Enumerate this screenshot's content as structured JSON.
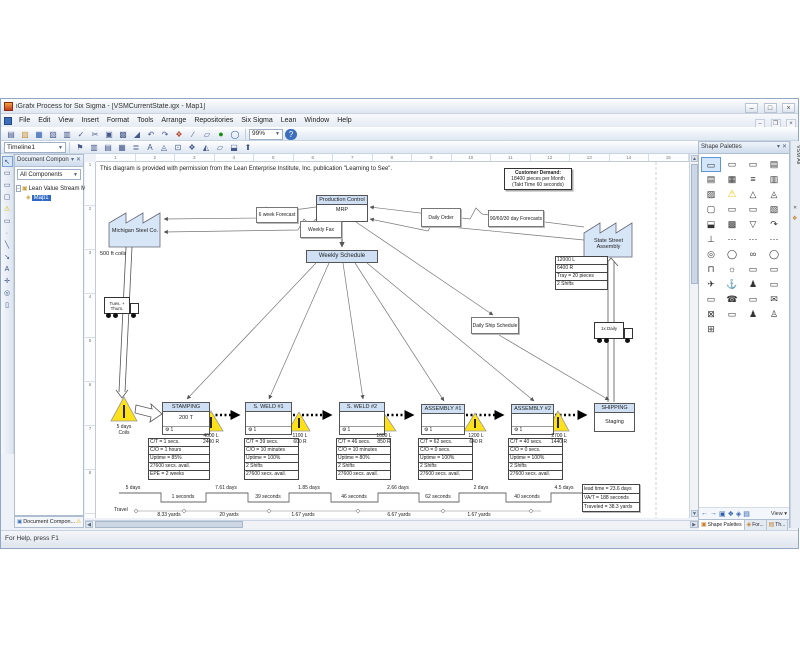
{
  "window": {
    "title": "iGrafx Process for Six Sigma - [VSMCurrentState.igx - Map1]",
    "controls": {
      "minimize": "–",
      "maximize": "□",
      "close": "×"
    },
    "mdi_controls": {
      "minimize": "–",
      "restore": "❐",
      "close": "×"
    }
  },
  "menu": {
    "items": [
      "File",
      "Edit",
      "View",
      "Insert",
      "Format",
      "Tools",
      "Arrange",
      "Repositories",
      "Six Sigma",
      "Lean",
      "Window",
      "Help"
    ]
  },
  "toolbar": {
    "zoom_value": "99%",
    "timeline_value": "Timeline1",
    "icons1": [
      {
        "g": "▤",
        "n": "new-document-icon"
      },
      {
        "g": "▨",
        "n": "open-icon"
      },
      {
        "g": "▦",
        "n": "save-icon"
      },
      {
        "g": "▧",
        "n": "print-icon"
      },
      {
        "g": "▥",
        "n": "print-preview-icon"
      },
      {
        "g": "✓",
        "n": "spelling-icon"
      },
      {
        "g": "✂",
        "n": "cut-icon"
      },
      {
        "g": "▣",
        "n": "copy-icon"
      },
      {
        "g": "▩",
        "n": "paste-icon"
      },
      {
        "g": "◢",
        "n": "format-painter-icon"
      },
      {
        "g": "↶",
        "n": "undo-icon"
      },
      {
        "g": "↷",
        "n": "redo-icon"
      },
      {
        "g": "❖",
        "n": "shapes-icon"
      },
      {
        "g": "∕",
        "n": "pen-icon"
      },
      {
        "g": "▱",
        "n": "frame-icon"
      },
      {
        "g": "●",
        "n": "run-icon"
      },
      {
        "g": "◯",
        "n": "stop-icon"
      }
    ],
    "icons2": [
      {
        "g": "⚑",
        "n": "timeline-flag-icon"
      },
      {
        "g": "▥",
        "n": "swimlane-icon"
      },
      {
        "g": "▤",
        "n": "layout-icon"
      },
      {
        "g": "▦",
        "n": "indicator-icon"
      },
      {
        "g": "≣",
        "n": "list-icon"
      },
      {
        "g": "A",
        "n": "text-format-icon"
      },
      {
        "g": "◬",
        "n": "align-icon"
      },
      {
        "g": "⊡",
        "n": "box-format-icon"
      },
      {
        "g": "❖",
        "n": "model-icon"
      },
      {
        "g": "◭",
        "n": "chart-icon"
      },
      {
        "g": "▱",
        "n": "shape-format-icon"
      },
      {
        "g": "⬓",
        "n": "fill-icon"
      },
      {
        "g": "⬆",
        "n": "order-icon"
      }
    ],
    "help_glyph": "?"
  },
  "tool_strip": [
    {
      "g": "↖",
      "n": "select-tool"
    },
    {
      "g": "▭",
      "n": "process-shape-tool"
    },
    {
      "g": "▭",
      "n": "data-box-tool"
    },
    {
      "g": "▢",
      "n": "rounded-shape-tool"
    },
    {
      "g": "⚠",
      "n": "inventory-tool"
    },
    {
      "g": "▭",
      "n": "kanban-tool"
    },
    {
      "g": "∙",
      "n": "connector-point-tool"
    },
    {
      "g": "╲",
      "n": "line-tool"
    },
    {
      "g": "↘",
      "n": "arrow-tool"
    },
    {
      "g": "A",
      "n": "text-tool"
    },
    {
      "g": "✛",
      "n": "pan-tool"
    },
    {
      "g": "◎",
      "n": "zoom-tool"
    },
    {
      "g": "▯",
      "n": "page-tool"
    }
  ],
  "left_panel": {
    "title": "Document Compone...",
    "pin_glyph": "▾",
    "close_glyph": "✕",
    "filter": "All Components",
    "tree": [
      {
        "label": "Lean Value Stream Maps"
      },
      {
        "label": "Map1"
      }
    ],
    "expander": "−",
    "folder_glyph": "▣",
    "map_glyph": "◈",
    "bottom_tab": "Document Compon..."
  },
  "right_panel": {
    "title": "Shape Palettes",
    "pin_glyph": "▾",
    "close_glyph": "✕",
    "view_button": "View ▾",
    "tabs": [
      "Shape Palettes",
      "For...",
      "Th..."
    ],
    "side_tab": "VSM All",
    "nav_icons": [
      {
        "g": "←",
        "n": "back-icon"
      },
      {
        "g": "→",
        "n": "forward-icon"
      },
      {
        "g": "▣",
        "n": "palette-manager-icon"
      },
      {
        "g": "❖",
        "n": "org-shapes-icon"
      },
      {
        "g": "◈",
        "n": "find-shape-icon"
      },
      {
        "g": "▤",
        "n": "favorites-icon"
      }
    ],
    "shapes": [
      {
        "g": "▭",
        "n": "process-shape"
      },
      {
        "g": "▭",
        "n": "shared-process-shape"
      },
      {
        "g": "▭",
        "n": "alt-process-shape"
      },
      {
        "g": "▤",
        "n": "workstation-shape"
      },
      {
        "g": "▤",
        "n": "data-box-shape"
      },
      {
        "g": "▦",
        "n": "data-table-shape"
      },
      {
        "g": "≡",
        "n": "list-shape"
      },
      {
        "g": "▥",
        "n": "kanban-post-shape"
      },
      {
        "g": "▨",
        "n": "coil-shape"
      },
      {
        "g": "⚠",
        "n": "inventory-warning-shape"
      },
      {
        "g": "△",
        "n": "inventory-shape"
      },
      {
        "g": "◬",
        "n": "safety-stock-shape"
      },
      {
        "g": "▢",
        "n": "rounded-process-shape"
      },
      {
        "g": "▭",
        "n": "small-box-shape"
      },
      {
        "g": "▭",
        "n": "notch-box-shape"
      },
      {
        "g": "▧",
        "n": "hatched-box-shape"
      },
      {
        "g": "⬓",
        "n": "pallet-shape"
      },
      {
        "g": "▩",
        "n": "crate-shape"
      },
      {
        "g": "▽",
        "n": "push-arrow-shape"
      },
      {
        "g": "↷",
        "n": "withdrawal-loop-shape"
      },
      {
        "g": "⊥",
        "n": "signal-post-shape"
      },
      {
        "g": "⋯",
        "n": "dots-shape"
      },
      {
        "g": "⋯",
        "n": "dots2-shape"
      },
      {
        "g": "⋯",
        "n": "dots3-shape"
      },
      {
        "g": "◎",
        "n": "buffer-shape"
      },
      {
        "g": "◯",
        "n": "oval-shape"
      },
      {
        "g": "∞",
        "n": "glasses-shape"
      },
      {
        "g": "◯",
        "n": "circle-shape"
      },
      {
        "g": "⊓",
        "n": "workbench-shape"
      },
      {
        "g": "☼",
        "n": "kaizen-burst-shape"
      },
      {
        "g": "▭",
        "n": "truck-small-shape"
      },
      {
        "g": "▭",
        "n": "truck-shape"
      },
      {
        "g": "✈",
        "n": "airplane-shape"
      },
      {
        "g": "⚓",
        "n": "boat-shape"
      },
      {
        "g": "♟",
        "n": "person-dark-shape"
      },
      {
        "g": "▭",
        "n": "car-shape"
      },
      {
        "g": "▭",
        "n": "car2-shape"
      },
      {
        "g": "☎",
        "n": "phone-shape"
      },
      {
        "g": "▭",
        "n": "forklift-shape"
      },
      {
        "g": "✉",
        "n": "envelope-shape"
      },
      {
        "g": "⊠",
        "n": "mailbox-shape"
      },
      {
        "g": "▭",
        "n": "tray-shape"
      },
      {
        "g": "♟",
        "n": "operator-shape"
      },
      {
        "g": "♙",
        "n": "worker-shape"
      },
      {
        "g": "⊞",
        "n": "cart-shape"
      }
    ]
  },
  "ruler": {
    "h_numbers": [
      "1",
      "2",
      "3",
      "4",
      "5",
      "6",
      "7",
      "8",
      "9",
      "10",
      "11",
      "12",
      "13",
      "14",
      "15"
    ],
    "v_numbers": [
      "1",
      "2",
      "3",
      "4",
      "5",
      "6",
      "7",
      "8"
    ]
  },
  "status_bar": {
    "text": "For Help, press F1"
  },
  "diagram": {
    "note": "This diagram is provided with permission from the Lean Enterprise Institute, Inc. publication \"Learning to See\".",
    "customer_demand": {
      "title": "Customer Demand:",
      "line1": "18400 pieces per Month",
      "line2": "(Takt Time 60 seconds)"
    },
    "supplier": "Michigan Steel Co.",
    "customer": "State Street Assembly",
    "production_control": {
      "title": "Production Control",
      "subtitle": "MRP"
    },
    "info_boxes": {
      "forecast6": "6 week Forecast",
      "weekly_fax": "Weekly Fax",
      "daily_order": "Daily Order",
      "forecasts": "90/60/30 day Forecasts",
      "weekly_schedule": "Weekly Schedule",
      "daily_ship": "Daily Ship Schedule"
    },
    "coils_label": "500 ft coils",
    "left_truck": "Tues. + Thurs.",
    "right_truck": "1x Daily",
    "shipping_data": [
      "12000 L",
      "6400 R",
      "Tray = 20 pieces",
      "2 Shifts"
    ],
    "operator_icon": "⚙",
    "inventories": [
      [
        "5 days",
        "Coils"
      ],
      [
        "4600 L",
        "2400 R"
      ],
      [
        "1100 L",
        "600 R"
      ],
      [
        "1600 L",
        "850 R"
      ],
      [
        "1200 L",
        "640 R"
      ],
      [
        "2700 L",
        "1440 R"
      ]
    ],
    "processes": [
      {
        "title": "STAMPING",
        "note": "200 T",
        "operators": "1",
        "rows": [
          "C/T = 1 secs.",
          "C/O = 1 hours",
          "Uptime = 85%",
          "27600 secs. avail.",
          "EPE = 2 weeks"
        ]
      },
      {
        "title": "S. WELD #1",
        "note": "",
        "operators": "1",
        "rows": [
          "C/T = 39 secs.",
          "C/O = 10 minutes",
          "Uptime = 100%",
          "2 Shifts",
          "27600 secs. avail."
        ]
      },
      {
        "title": "S. WELD #2",
        "note": "",
        "operators": "1",
        "rows": [
          "C/T = 46 secs.",
          "C/O = 10 minutes",
          "Uptime = 80%",
          "2 Shifts",
          "27600 secs. avail."
        ]
      },
      {
        "title": "ASSEMBLY #1",
        "note": "",
        "operators": "1",
        "rows": [
          "C/T = 62 secs.",
          "C/O = 0 secs.",
          "Uptime = 100%",
          "2 Shifts",
          "27600 secs. avail."
        ]
      },
      {
        "title": "ASSEMBLY #2",
        "note": "",
        "operators": "1",
        "rows": [
          "C/T = 40 secs.",
          "C/O = 0 secs.",
          "Uptime = 100%",
          "2 Shifts",
          "27600 secs. avail."
        ]
      }
    ],
    "shipping": {
      "title": "SHIPPING",
      "label": "Staging"
    },
    "timeline": {
      "days": [
        "5 days",
        "7.61 days",
        "1.85 days",
        "2.66 days",
        "2 days",
        "4.5 days"
      ],
      "seconds": [
        "1 seconds",
        "39 seconds",
        "46 seconds",
        "62 seconds",
        "40 seconds"
      ],
      "summary": [
        "lead time = 23.6 days",
        "VA/T = 188 seconds",
        "Traveled = 38.3 yards"
      ],
      "travel_label": "Travel",
      "travel": [
        "8.33 yards",
        "20 yards",
        "1.67 yards",
        "6.67 yards",
        "1.67 yards"
      ]
    }
  }
}
